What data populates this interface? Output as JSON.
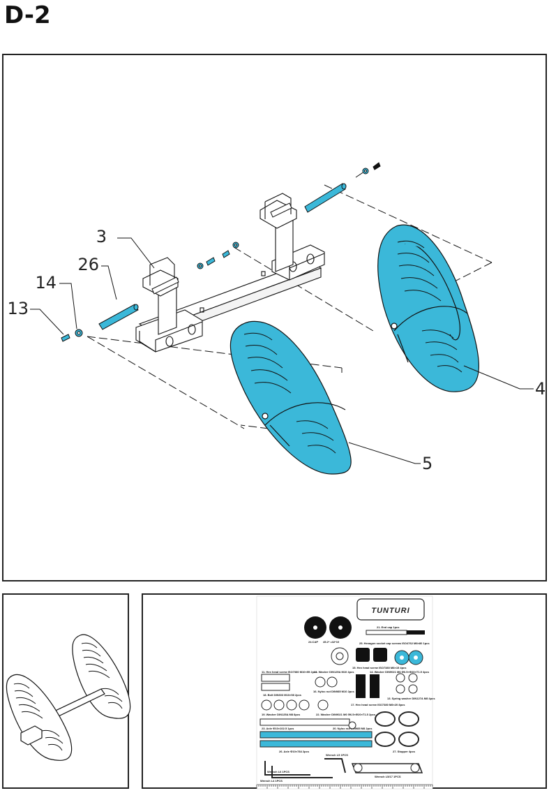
{
  "page_title": "D-2",
  "accent_color": "#3bb8d9",
  "callouts": [
    "3",
    "26",
    "14",
    "13",
    "4",
    "5"
  ],
  "parts_sheet": {
    "brand": "TUNTURI",
    "labels": [
      "21. End cap 1pcs",
      "24.CAP",
      "45.2*  =32*10",
      "25. Hexagon socket cap screws ISO4762 M8×80 1pcs",
      "11. Hex head screw ISO7380 M10×55 2pcs",
      "12. Washer DIN125A M10 4pcs",
      "15. Hex head screw ISO7380 M8×15 4pcs",
      "14. Washer DIN9021 M6 Φ6.5×Φ20×T1.5 4pcs",
      "16. Nyloc nut DIN985 M10 2pcs",
      "18. Bolt DIN603 M10×58 2pcs",
      "13. Spring washer DIN127A M8 4pcs",
      "17. Hex head screw ISO7380 M8×20 8pcs",
      "19. Washer DIN125A M8 8pcs",
      "22. Washer DIN9021 M6 Φ6.5×Φ20×T1.5 2pcs",
      "23. Axle Φ10×102.5 1pcs",
      "20. Nyloc nut DIN985 M8 2pcs",
      "26. Axle Φ10×784 2pcs",
      "Wrench L5  1PCS",
      "Wrench L6  1PCS",
      "Wrench L4  1PCS",
      "Wrench L5/17  1PCS",
      "27. Stopper 4pcs"
    ]
  }
}
